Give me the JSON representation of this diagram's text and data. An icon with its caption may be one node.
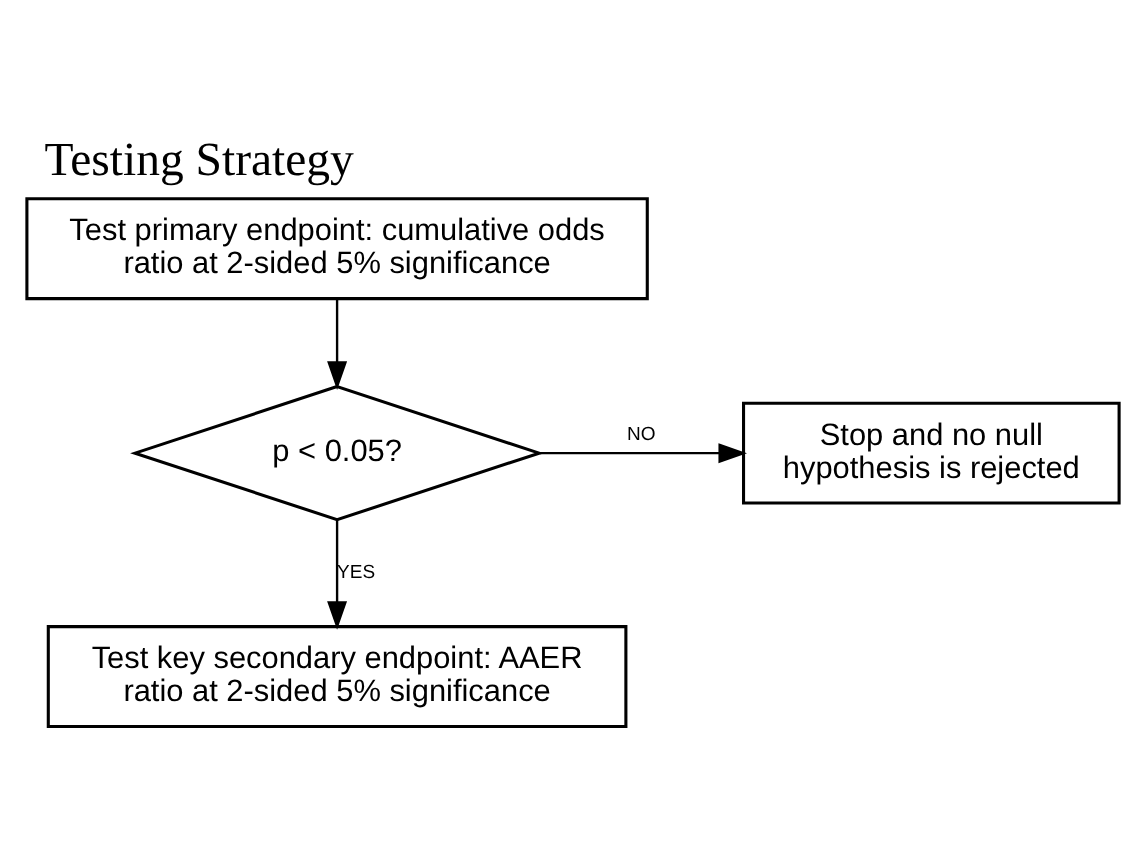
{
  "diagram": {
    "title": "Testing Strategy",
    "nodes": [
      {
        "text": [
          "Test primary endpoint: cumulative odds ratio at 2-sided 5% significance"
        ]
      },
      {
        "text": [
          "p < 0.05?"
        ]
      },
      {
        "text": [
          "Stop and no null hypothesis is rejected"
        ]
      },
      {
        "text": [
          "Test key secondary endpoint: AAER ratio at 2-sided 5% significance"
        ]
      }
    ],
    "edges": [
      {
        "from": 0,
        "to": 1,
        "arrow": "to"
      },
      {
        "from": 1,
        "to": 2,
        "arrow": "to",
        "label": "NO"
      },
      {
        "from": 1,
        "to": 3,
        "arrow": "to",
        "label": "YES"
      }
    ]
  }
}
